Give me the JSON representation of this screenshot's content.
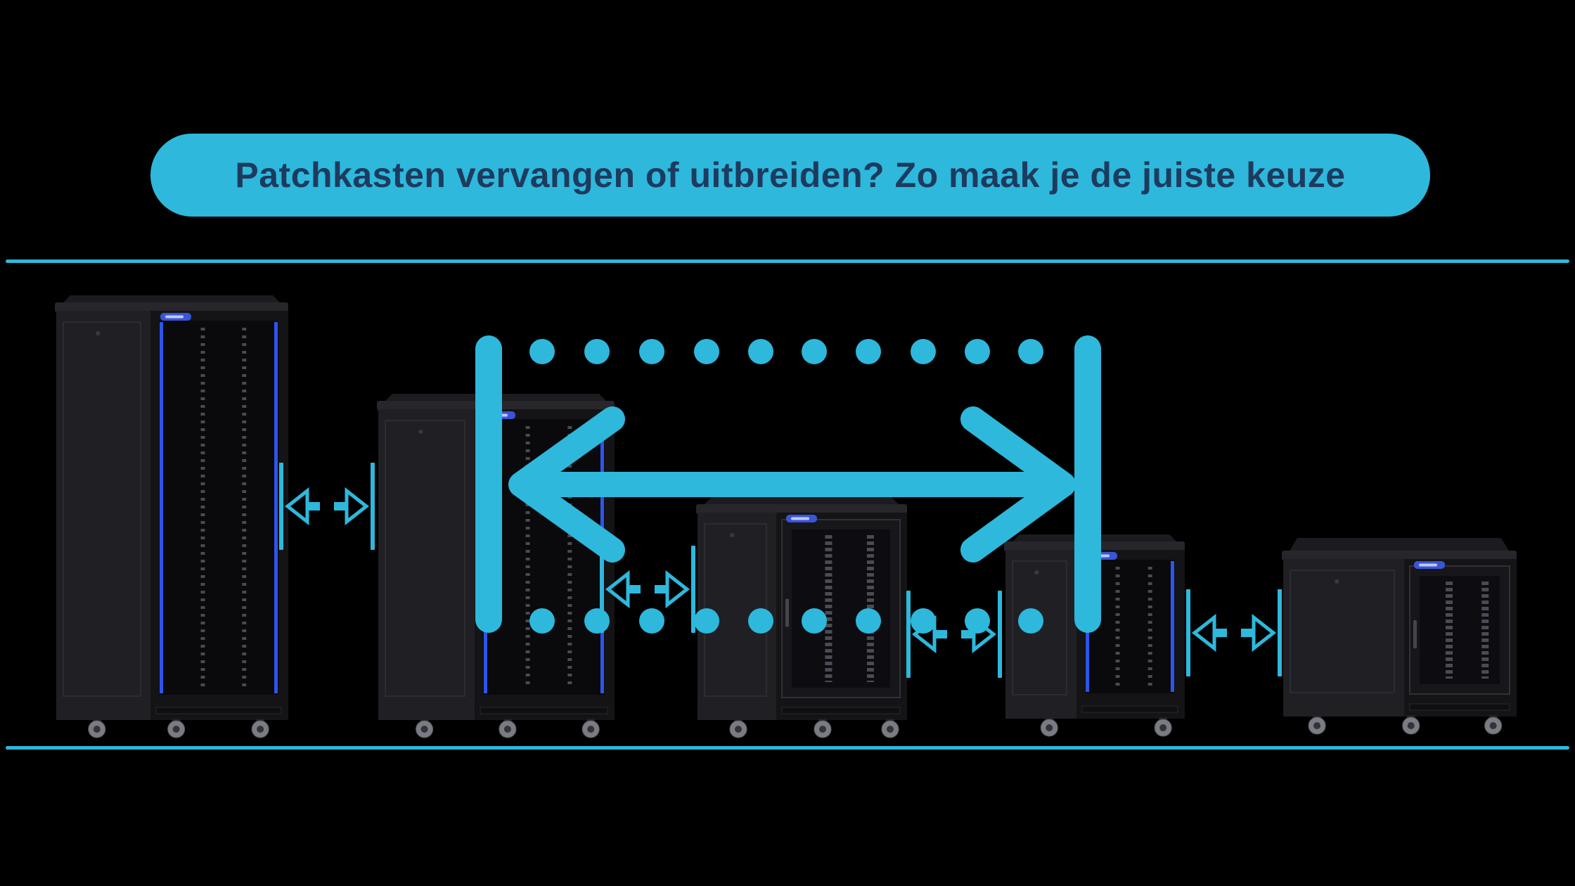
{
  "title": {
    "text": "Patchkasten vervangen of uitbreiden? Zo maak je de juiste keuze"
  },
  "colors": {
    "background": "#000000",
    "accent": "#2eb8dc",
    "title_text": "#1d3b5e",
    "rack_side": "#202024",
    "rack_front": "#141417",
    "rack_interior": "#0a0a0c",
    "rack_top": "#1c1c20",
    "rack_lip": "#26262b",
    "rack_blue": "#2d55ec",
    "logo_blue": "#3b55d8",
    "caster": "#7b7b83",
    "caster_hub": "#33333a"
  },
  "icons": {
    "spacing_icon": "width-spacing-icon",
    "swap_arrow": "swap-range-arrow-icon",
    "bracket": "dotted-range-bracket",
    "logo": "brand-logo-badge"
  },
  "racks": [
    {
      "name": "rack-1-tall-floor-cabinet"
    },
    {
      "name": "rack-2-medium-floor-cabinet"
    },
    {
      "name": "rack-3-small-floor-cabinet"
    },
    {
      "name": "rack-4-compact-cabinet"
    },
    {
      "name": "rack-5-wide-low-cabinet"
    }
  ],
  "decorations": {
    "top_dot_count": 10,
    "bottom_dot_count": 10,
    "spacing_icon_count": 4,
    "divider_count": 2
  }
}
